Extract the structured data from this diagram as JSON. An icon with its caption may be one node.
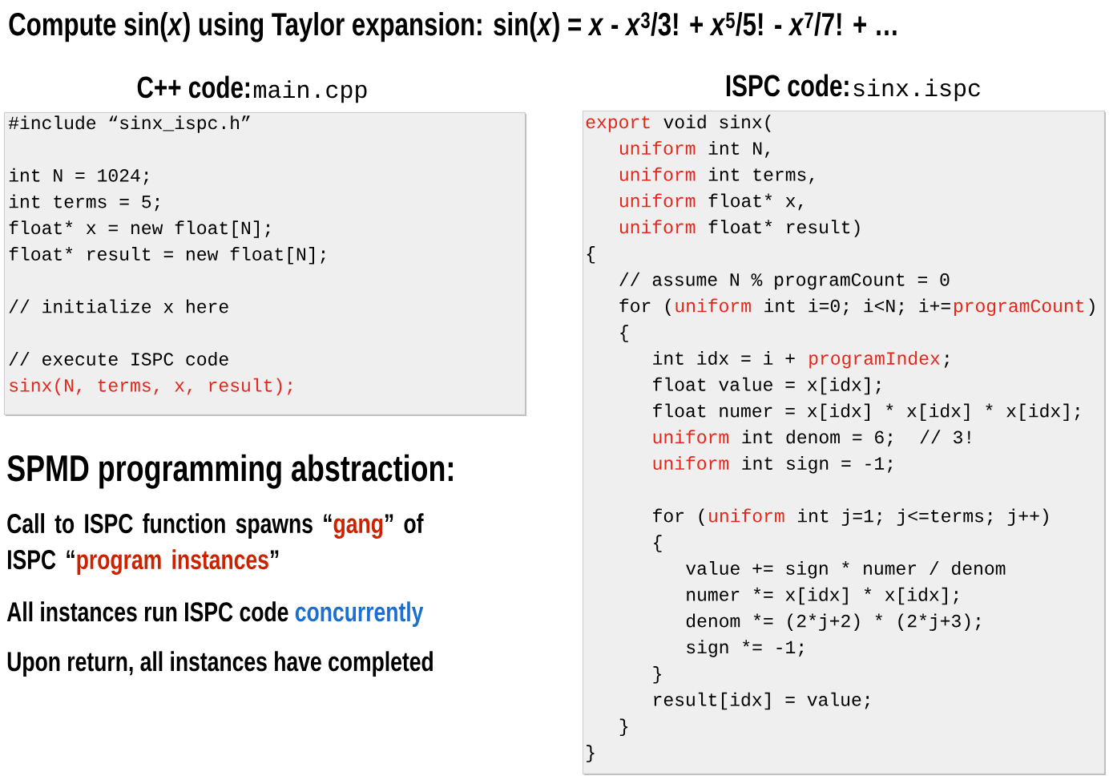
{
  "diagram": {
    "title": "Compute sin(*x*) using Taylor expansion: sin(*x*) = *x* - *x*$^{3}$/3! + *x*$^{5}$/5! - *x*$^{7}$/7! + …",
    "nodes": [
      {
        "text": [
          "C++ code:",
          "main.cpp",
          "#include “sinx_ispc.h”",
          "int N = 1024;",
          "int terms = 5;",
          "float* x = new float[N];",
          "float* result = new float[N];",
          "// initialize x here",
          "// execute ISPC code",
          "sinx(N, terms, x, result);"
        ]
      },
      {
        "text": [
          "ISPC code:",
          "sinx.ispc",
          "export",
          "void sinx(",
          "uniform",
          "int N,",
          "uniform",
          "int terms,",
          "uniform",
          "float* x,",
          "uniform",
          "float* result)",
          "{",
          "// assume N % programCount = 0",
          "for (",
          "uniform",
          "int i=0; i<N; i+=",
          "programCount",
          ")",
          "{",
          "int idx = i +",
          "programIndex",
          ";",
          "float value = x[idx];",
          "float numer = x[idx] * x[idx] * x[idx];",
          "uniform",
          "int denom = 6;",
          "// 3!",
          "uniform",
          "int sign = -1;",
          "for (",
          "uniform",
          "int j=1; j<=terms; j++)",
          "{",
          "value += sign * numer / denom",
          "numer *= x[idx] * x[idx];",
          "denom *= (2*j+2) * (2*j+3);",
          "sign *= -1;",
          "}",
          "result[idx] = value;",
          "}",
          "}"
        ]
      }
    ],
    "labels": [
      "SPMD programming abstraction:",
      "Call to ISPC function spawns “",
      "gang",
      "” of ISPC “",
      "program instances",
      "”",
      "All instances run ISPC code",
      "concurrently",
      "Upon return, all instances have completed"
    ]
  }
}
